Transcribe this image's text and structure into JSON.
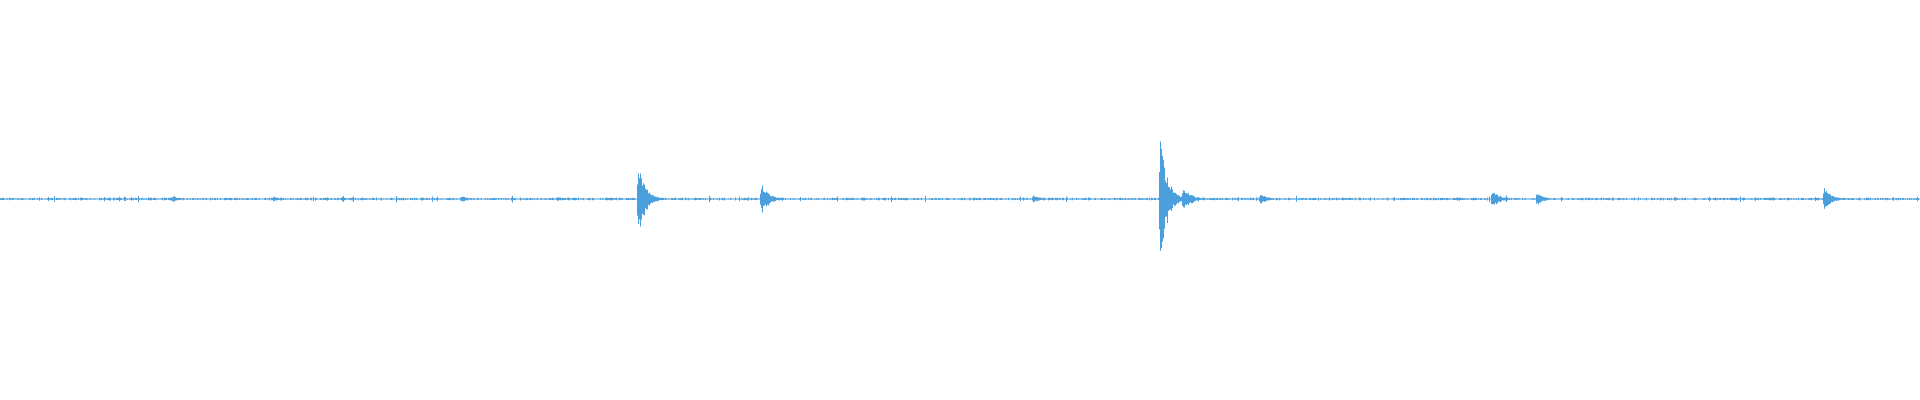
{
  "waveform": {
    "color": "#4a9fdc",
    "background": "#ffffff",
    "amplitude_scale": 1.0,
    "baseline_noise": 0.015,
    "peaks": [
      {
        "t": 0.09,
        "amp": 0.05
      },
      {
        "t": 0.142,
        "amp": 0.04
      },
      {
        "t": 0.24,
        "amp": 0.05
      },
      {
        "t": 0.29,
        "amp": 0.04
      },
      {
        "t": 0.332,
        "amp": 0.58
      },
      {
        "t": 0.396,
        "amp": 0.28
      },
      {
        "t": 0.538,
        "amp": 0.06
      },
      {
        "t": 0.604,
        "amp": 1.0
      },
      {
        "t": 0.616,
        "amp": 0.22
      },
      {
        "t": 0.656,
        "amp": 0.1
      },
      {
        "t": 0.777,
        "amp": 0.15
      },
      {
        "t": 0.8,
        "amp": 0.1
      },
      {
        "t": 0.95,
        "amp": 0.18
      }
    ]
  }
}
